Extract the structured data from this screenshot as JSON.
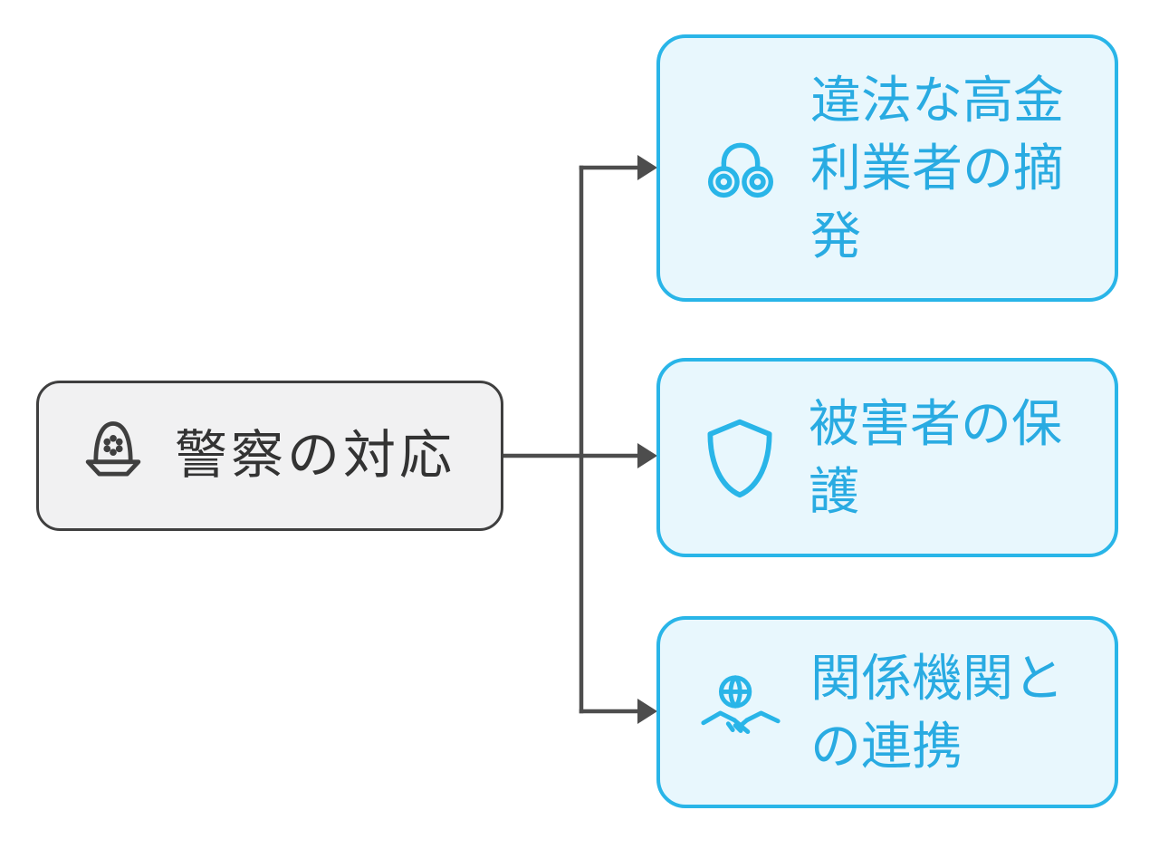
{
  "diagram": {
    "title": "police-response-mindmap",
    "root": {
      "label": "警察の対応",
      "icon": "police-helmet-icon"
    },
    "children": [
      {
        "label": "違法な高金利業者の摘発",
        "icon": "handcuffs-icon"
      },
      {
        "label": "被害者の保護",
        "icon": "shield-icon"
      },
      {
        "label": "関係機関との連携",
        "icon": "handshake-icon"
      }
    ],
    "colors": {
      "background": "#ffffff",
      "root_fill": "#f1f1f2",
      "root_border": "#3f3f3f",
      "root_text": "#333333",
      "child_fill": "#e8f7fd",
      "child_border": "#29b5e8",
      "child_text": "#29abe2",
      "connector": "#4d4d4d"
    }
  }
}
